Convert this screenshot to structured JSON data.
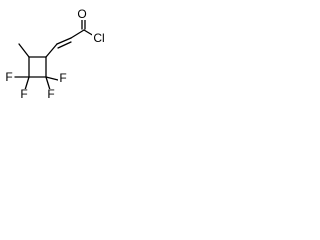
{
  "molecule": {
    "atoms": {
      "o1": "O",
      "cl1": "Cl",
      "f1": "F",
      "f2": "F",
      "f3": "F",
      "f4": "F"
    },
    "colors": {
      "ink": "#000000",
      "background": "#ffffff"
    }
  }
}
